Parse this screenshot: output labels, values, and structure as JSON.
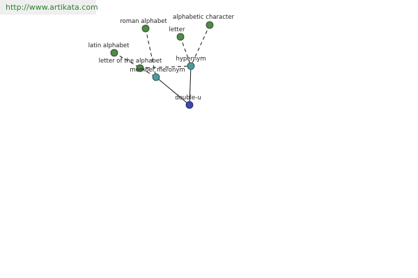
{
  "source": {
    "url": "http://www.artikata.com"
  },
  "graph": {
    "colors": {
      "center_node": "#3d4aa8",
      "relation_node": "#4e9a9a",
      "term_node": "#4f8a46",
      "edge": "#111111"
    },
    "center": {
      "id": "double-u",
      "label": "double-u"
    },
    "relations": [
      {
        "id": "member-meronym",
        "label": "member meronym"
      },
      {
        "id": "hypernym",
        "label": "hypernym"
      }
    ],
    "terms": [
      {
        "id": "roman-alphabet",
        "label": "roman alphabet",
        "relation": "member-meronym"
      },
      {
        "id": "latin-alphabet",
        "label": "latin alphabet",
        "relation": "member-meronym"
      },
      {
        "id": "letter-of-the-alphabet",
        "label": "letter of the alphabet",
        "relation": "hypernym"
      },
      {
        "id": "letter",
        "label": "letter",
        "relation": "hypernym"
      },
      {
        "id": "alphabetic-character",
        "label": "alphabetic character",
        "relation": "hypernym"
      }
    ]
  }
}
